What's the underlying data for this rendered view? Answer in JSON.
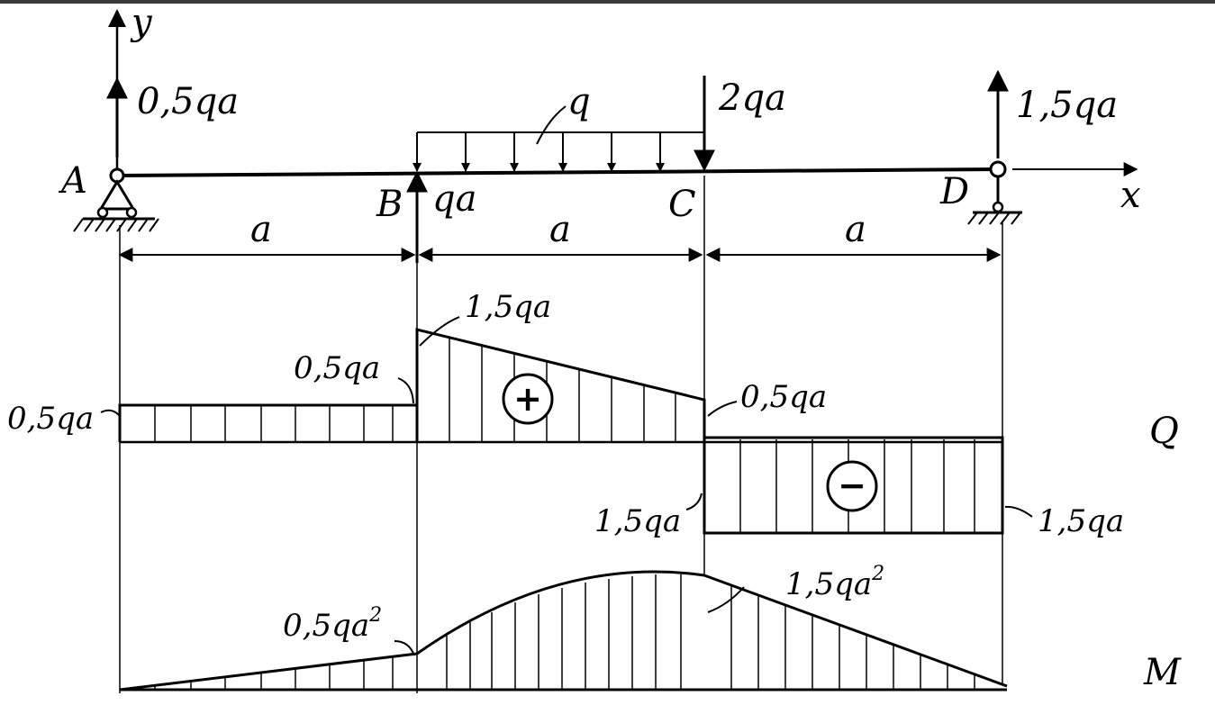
{
  "points": {
    "A": "A",
    "B": "B",
    "C": "C",
    "D": "D"
  },
  "axes": {
    "y": "y",
    "x": "x"
  },
  "loads": {
    "reaction_a": "0,5qa",
    "distributed": "q",
    "point_c": "2qa",
    "reaction_d": "1,5qa",
    "point_b": "qa"
  },
  "spans": [
    "a",
    "a",
    "a"
  ],
  "shear": {
    "name": "Q",
    "left": "0,5qa",
    "b_left": "0,5qa",
    "b_right": "1,5qa",
    "c_left": "0,5qa",
    "c_right": "1,5qa",
    "right": "1,5qa",
    "plus": "+",
    "minus": "−"
  },
  "moment": {
    "name": "M",
    "at_b": "0,5qa",
    "at_c": "1,5qa",
    "sup": "2"
  },
  "colors": {
    "ink": "#000000",
    "background": "#ffffff"
  }
}
